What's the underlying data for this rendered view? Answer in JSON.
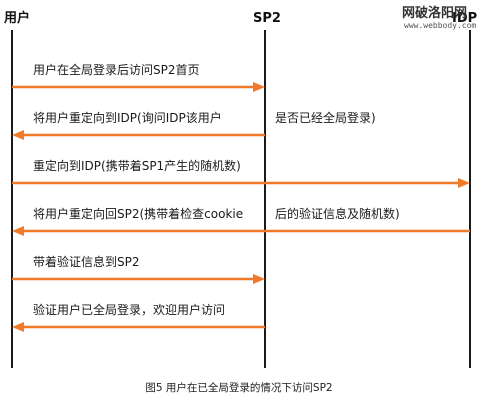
{
  "participants": [
    {
      "id": "user",
      "label": "用户"
    },
    {
      "id": "sp2",
      "label": "SP2"
    },
    {
      "id": "idp",
      "label": "IDP"
    }
  ],
  "messages": [
    {
      "from": "user",
      "to": "sp2",
      "text": "用户在全局登录后访问SP2首页",
      "text_right": ""
    },
    {
      "from": "sp2",
      "to": "user",
      "text": "将用户重定向到IDP(询问IDP该用户",
      "text_right": "是否已经全局登录)"
    },
    {
      "from": "user",
      "to": "idp",
      "text": "重定向到IDP(携带着SP1产生的随机数)",
      "text_right": ""
    },
    {
      "from": "idp",
      "to": "user",
      "text": "将用户重定向回SP2(携带着检查cookie",
      "text_right": "后的验证信息及随机数)"
    },
    {
      "from": "user",
      "to": "sp2",
      "text": "带着验证信息到SP2",
      "text_right": ""
    },
    {
      "from": "sp2",
      "to": "user",
      "text": "验证用户已全局登录，欢迎用户访问",
      "text_right": ""
    }
  ],
  "caption": "图5 用户在已全局登录的情况下访问SP2",
  "watermark": {
    "main": "网破洛阳网",
    "sub": "www.webbody.com"
  },
  "colors": {
    "arrow": "#f07a2a",
    "lifeline": "#1a1a1a",
    "text": "#1a1a1a"
  }
}
